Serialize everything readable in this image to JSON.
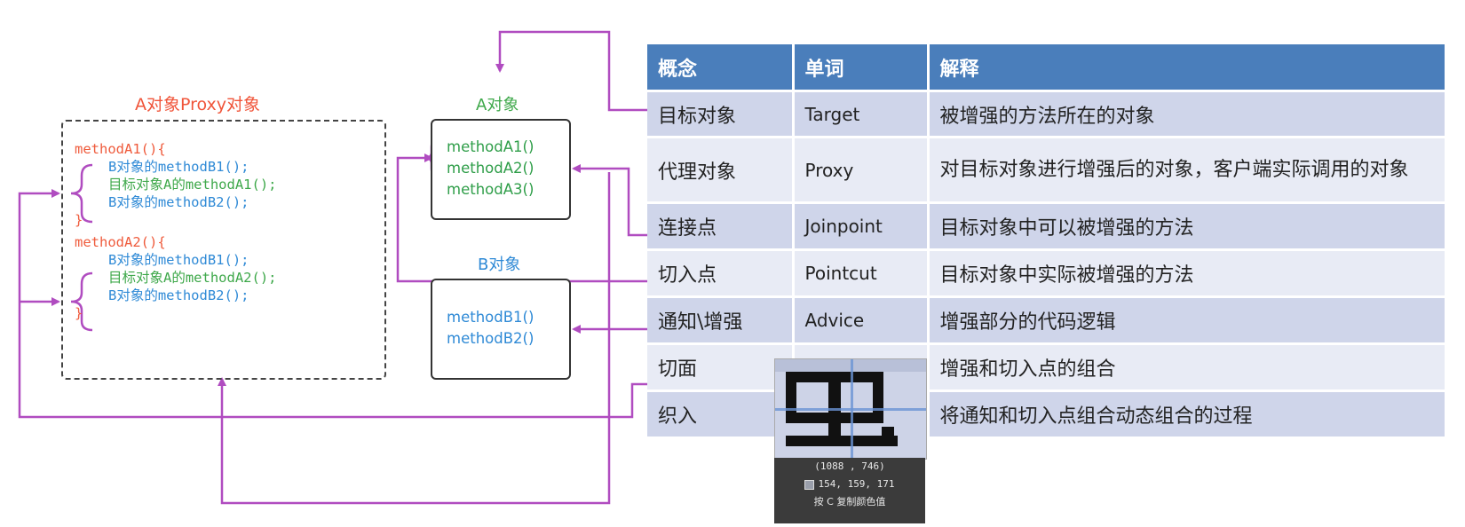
{
  "proxy_title": "A对象Proxy对象",
  "methodA1": {
    "header": "methodA1(){",
    "call1": "B对象的methodB1();",
    "call2": "目标对象A的methodA1();",
    "call3": "B对象的methodB2();",
    "close": "}"
  },
  "methodA2": {
    "header": "methodA2(){",
    "call1": "B对象的methodB1();",
    "call2": "目标对象A的methodA2();",
    "call3": "B对象的methodB2();",
    "close": "}"
  },
  "objA": {
    "title": "A对象",
    "methods": [
      "methodA1()",
      "methodA2()",
      "methodA3()"
    ]
  },
  "objB": {
    "title": "B对象",
    "methods": [
      "methodB1()",
      "methodB2()"
    ]
  },
  "table": {
    "headers": [
      "概念",
      "单词",
      "解释"
    ],
    "rows": [
      {
        "concept": "目标对象",
        "word": "Target",
        "desc": "被增强的方法所在的对象"
      },
      {
        "concept": "代理对象",
        "word": "Proxy",
        "desc": "对目标对象进行增强后的对象，客户端实际调用的对象"
      },
      {
        "concept": "连接点",
        "word": "Joinpoint",
        "desc": "目标对象中可以被增强的方法"
      },
      {
        "concept": "切入点",
        "word": "Pointcut",
        "desc": "目标对象中实际被增强的方法"
      },
      {
        "concept": "通知\\增强",
        "word": "Advice",
        "desc": "增强部分的代码逻辑"
      },
      {
        "concept": "切面",
        "word": "",
        "desc": "增强和切入点的组合"
      },
      {
        "concept": "织入",
        "word": "",
        "desc": "将通知和切入点组合动态组合的过程"
      }
    ]
  },
  "color_picker": {
    "coords": "(1088 , 746)",
    "rgb": "154, 159, 171",
    "hint": "按 C 复制颜色值"
  },
  "colors": {
    "arrow": "#b04cc0",
    "header_bg": "#4a7ebb",
    "row_odd": "#cfd5ea",
    "row_even": "#e8ebf5"
  }
}
